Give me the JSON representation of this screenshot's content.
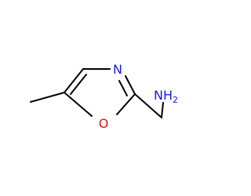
{
  "molecule": {
    "atoms": {
      "nitrogen_ring": {
        "symbol": "N",
        "color": "#1a1adb"
      },
      "oxygen_ring": {
        "symbol": "O",
        "color": "#e0111b"
      },
      "amine": {
        "symbol": "NH",
        "subscript": "2",
        "color": "#1a1adb"
      }
    },
    "bond_color": "#000000"
  }
}
